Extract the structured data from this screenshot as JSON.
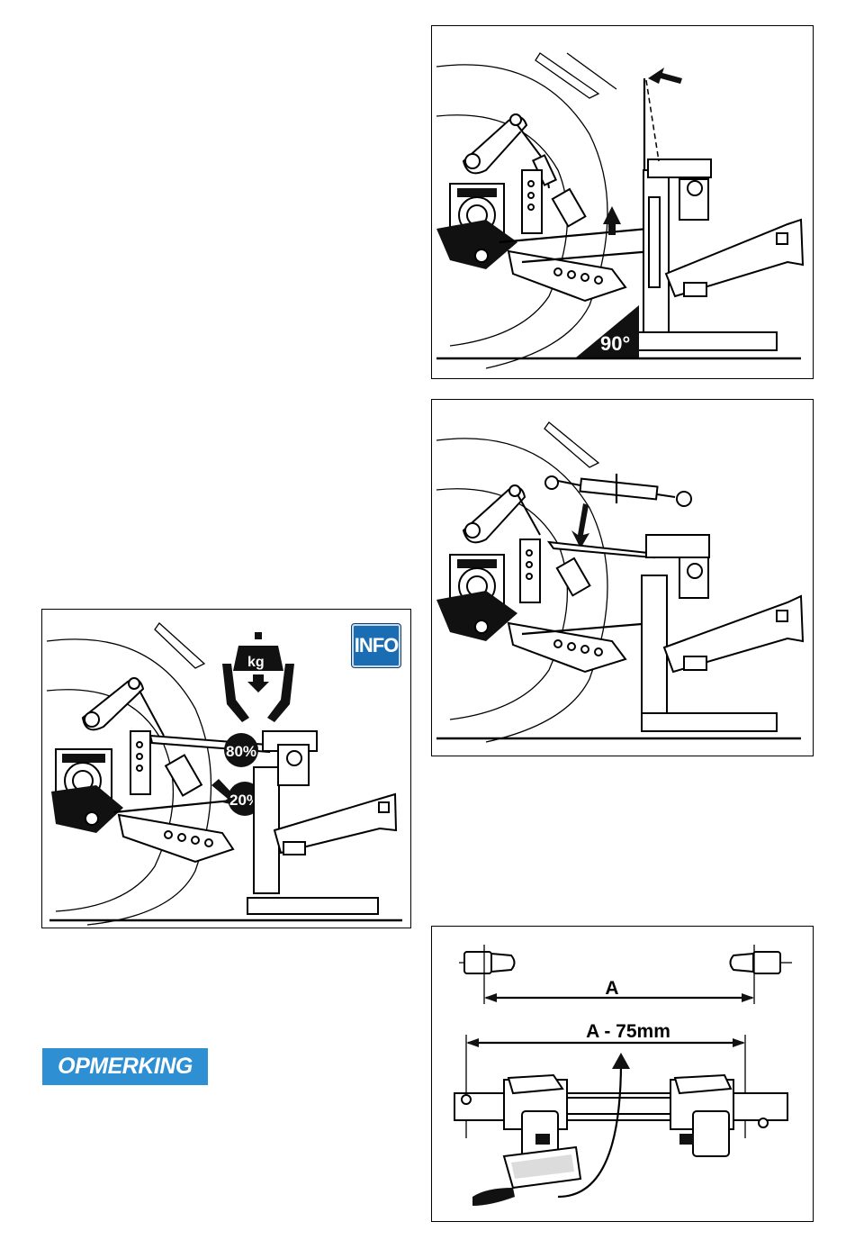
{
  "figure_angle": {
    "angle_label": "90°"
  },
  "figure_load": {
    "info_badge": "INFO",
    "weight_label": "kg",
    "upper_share": "80%",
    "lower_share": "20%"
  },
  "figure_shaft": {
    "dimension_full": "A",
    "dimension_shortened": "A - 75mm"
  },
  "note_badge": "OPMERKING"
}
